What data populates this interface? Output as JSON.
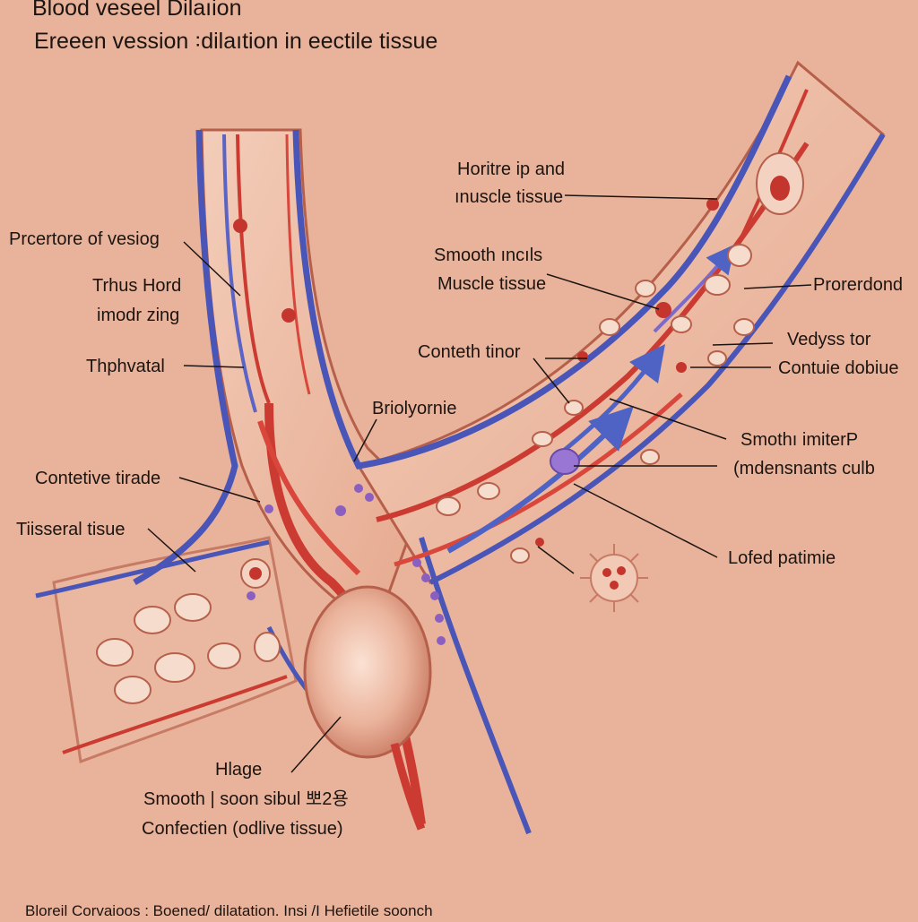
{
  "header": {
    "title": "Blood veseel Dilaıion",
    "subtitle": "Ereeen vession ꞉dilaıtion in eectile tissue"
  },
  "labels": {
    "top_right_1": "Horitre ip and",
    "top_right_2": "ınuscle tissue",
    "left_1": "Prcertore of vesiog",
    "left_2a": "Trhus Hord",
    "left_2b": "imodr zing",
    "left_3": "Thphvatal",
    "mid_1a": "Smooth ıncıls",
    "mid_1b": "Muscle tissue",
    "right_1": "Prorerdond",
    "mid_2": "Conteth tinor",
    "right_2": "Vedyss tor",
    "right_3": "Contuie dobiue",
    "mid_3": "Briolyornie",
    "right_4a": "Smothı imiterP",
    "right_4b": "(mdensnants culb",
    "left_4": "Contetive tirade",
    "left_5": "Tiisseral tisue",
    "right_5": "Lofed patimie",
    "bottom_1": "Hlage",
    "bottom_2": "Smooth | soon sibul 뽀2용",
    "bottom_3": "Confectien (odlive tissue)"
  },
  "footer": {
    "caption": "Bloreil Corvaioos : Boened/ dilatation. Insi /I Hefietile soonch"
  },
  "colors": {
    "background": "#e9b39b",
    "artery": "#cc3b32",
    "vein": "#4a55b8",
    "tissue": "#efc2ac",
    "tissue_dark": "#c9735e",
    "arrow": "#4f63c4",
    "cell_purple": "#8a5fc0"
  },
  "icons": {
    "vessel_diagram": "blood-vessel-illustration",
    "cells": "cell-cluster",
    "bulb": "bulb-tissue",
    "flow": "flow-arrow",
    "bacterium": "spiky-cell"
  }
}
